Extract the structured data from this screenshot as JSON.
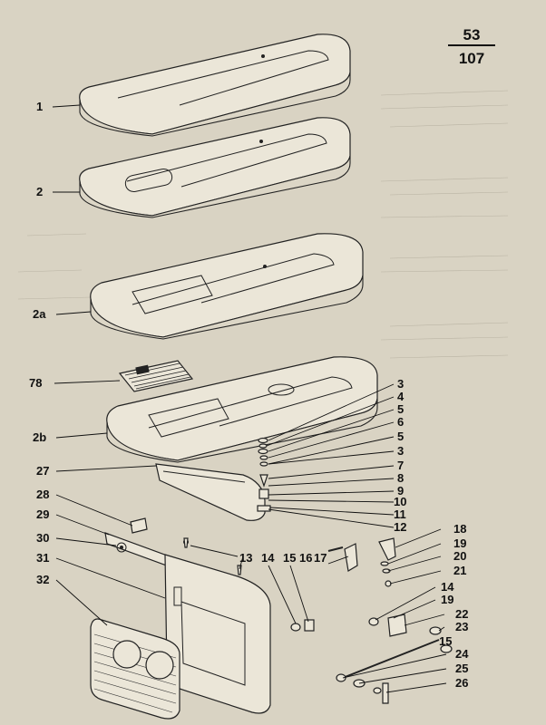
{
  "page": {
    "number_top": "53",
    "number_bottom": "107"
  },
  "labels": {
    "l1": "1",
    "l2": "2",
    "l2a": "2a",
    "l78": "78",
    "l2b": "2b",
    "l27": "27",
    "l28": "28",
    "l29": "29",
    "l30": "30",
    "l31": "31",
    "l32": "32",
    "r3a": "3",
    "r4": "4",
    "r5a": "5",
    "r6": "6",
    "r5b": "5",
    "r3b": "3",
    "r7": "7",
    "r8": "8",
    "r9": "9",
    "r10": "10",
    "r11": "11",
    "r12": "12",
    "l13": "13",
    "l14a": "14",
    "l15a": "15",
    "l16": "16",
    "l17": "17",
    "r18": "18",
    "r19a": "19",
    "r20": "20",
    "r21": "21",
    "r14b": "14",
    "r19b": "19",
    "r22": "22",
    "r23": "23",
    "r15b": "15",
    "r24": "24",
    "r25": "25",
    "r26": "26"
  }
}
